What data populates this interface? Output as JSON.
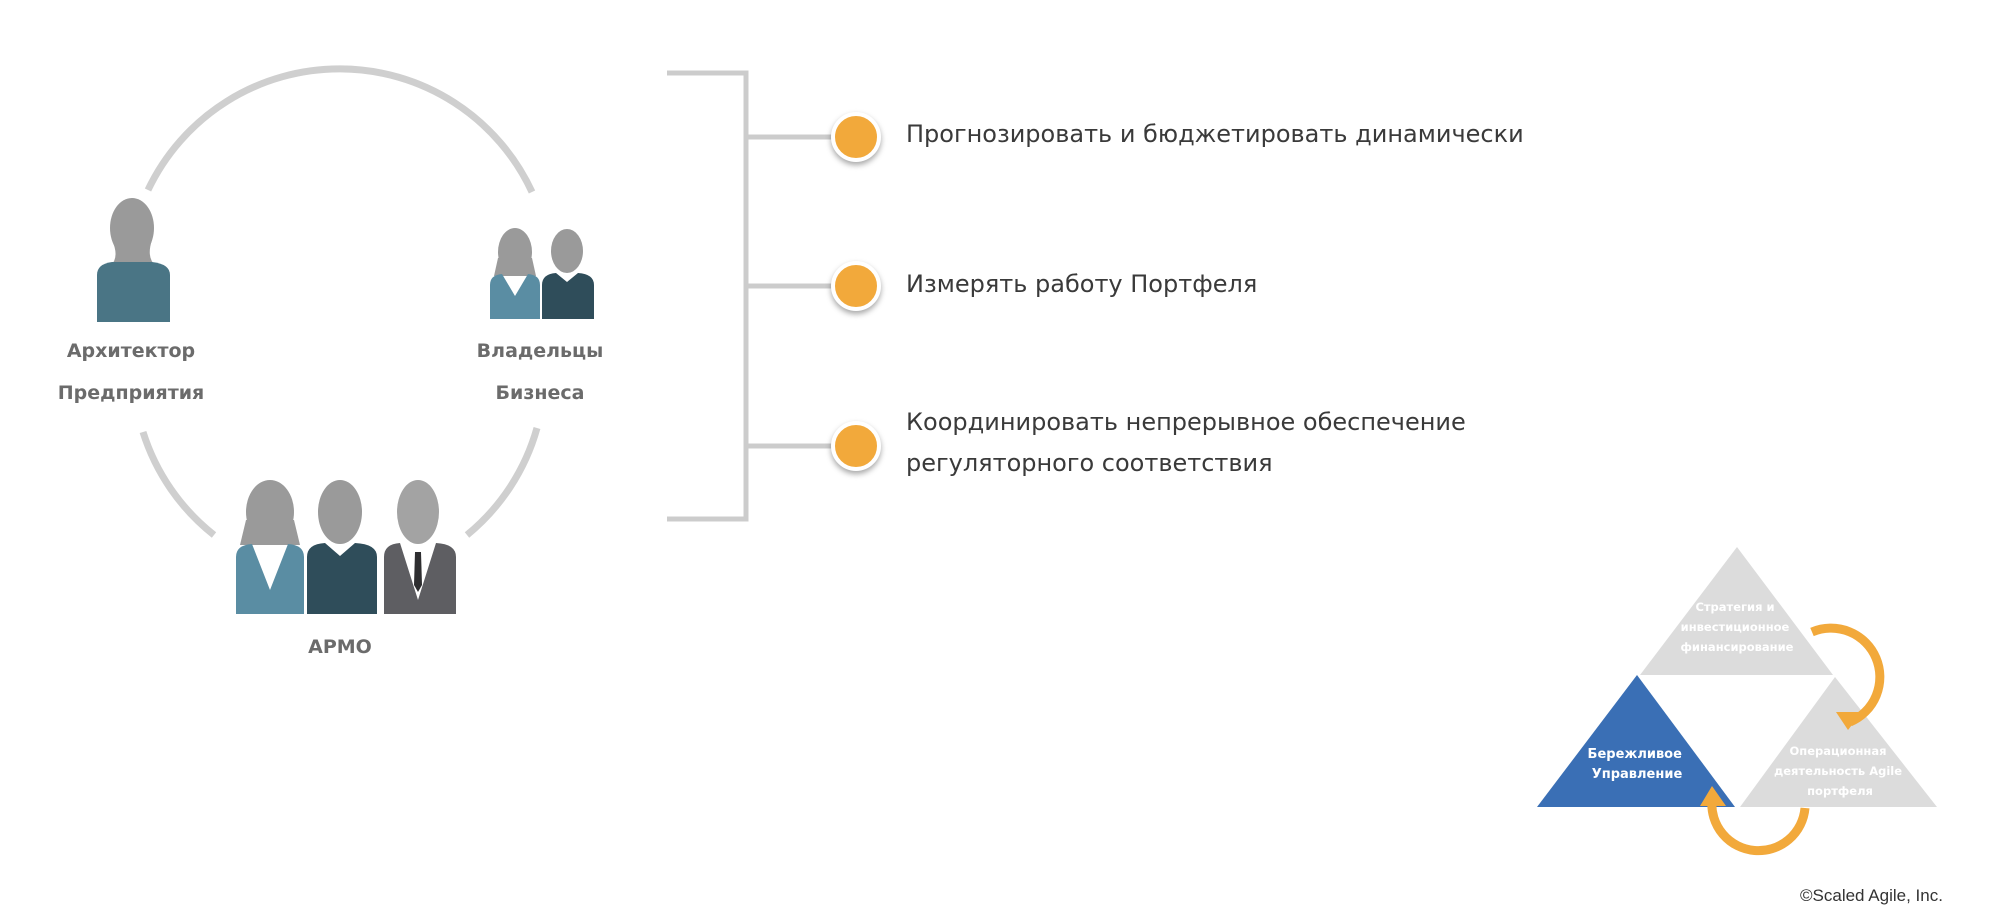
{
  "roles": {
    "architect": [
      "Архитектор",
      "Предприятия"
    ],
    "owners": [
      "Владельцы",
      "Бизнеса"
    ],
    "apmo": "APMO"
  },
  "items": [
    {
      "lines": [
        "Прогнозировать и бюджетировать динамически"
      ]
    },
    {
      "lines": [
        "Измерять работу Портфеля"
      ]
    },
    {
      "lines": [
        "Координировать непрерывное обеспечение",
        "регуляторного соответствия"
      ]
    }
  ],
  "triangles": {
    "strategy": [
      "Стратегия и",
      "инвестиционное",
      "финансирование"
    ],
    "governance": [
      "Бережливое",
      "Управление"
    ],
    "operations": [
      "Операционная",
      "деятельность Agile",
      "портфеля"
    ]
  },
  "copyright": "©Scaled Agile, Inc.",
  "colors": {
    "accent": "#f2a93b",
    "blue": "#3a6fb5",
    "gray": "#d9d9d9",
    "line": "#cccccc"
  }
}
